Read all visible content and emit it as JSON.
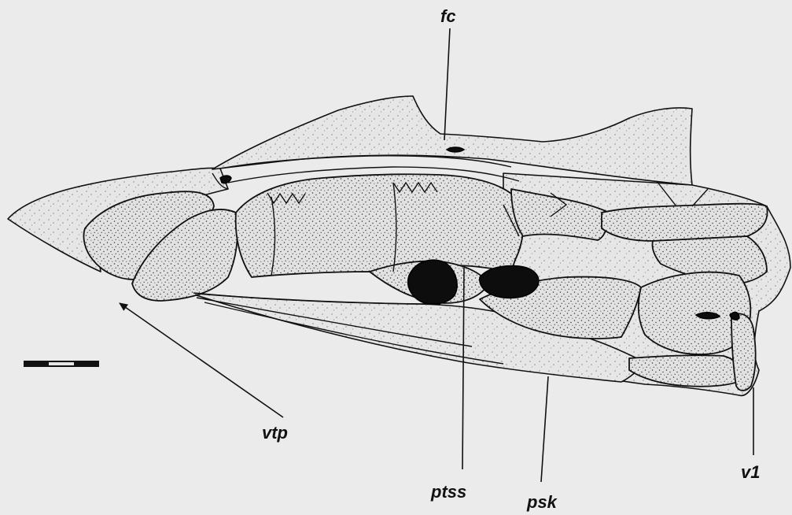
{
  "labels": {
    "fc": "fc",
    "vtp": "vtp",
    "ptss": "ptss",
    "psk": "psk",
    "v1": "v1"
  },
  "colors": {
    "background": "#ebebeb",
    "ink": "#111111",
    "foramen": "#0d0d0d"
  }
}
